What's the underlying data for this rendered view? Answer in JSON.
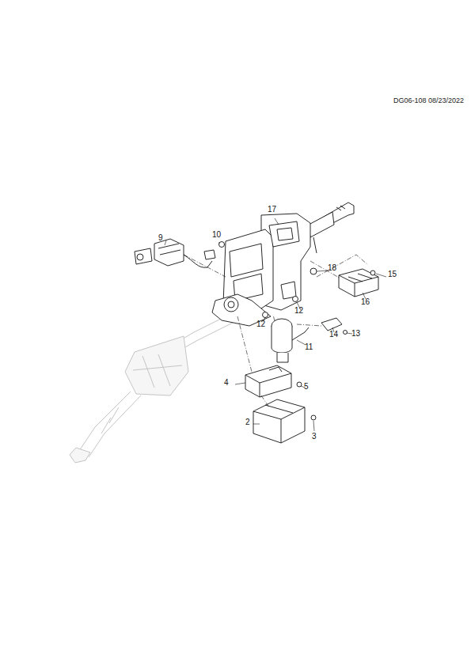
{
  "diagram": {
    "labels": [
      "DG06-108 08/23/2022",
      "17",
      "9",
      "10",
      "18",
      "15",
      "16",
      "12",
      "12",
      "11",
      "14",
      "13",
      "4",
      "5",
      "2",
      "3"
    ]
  }
}
